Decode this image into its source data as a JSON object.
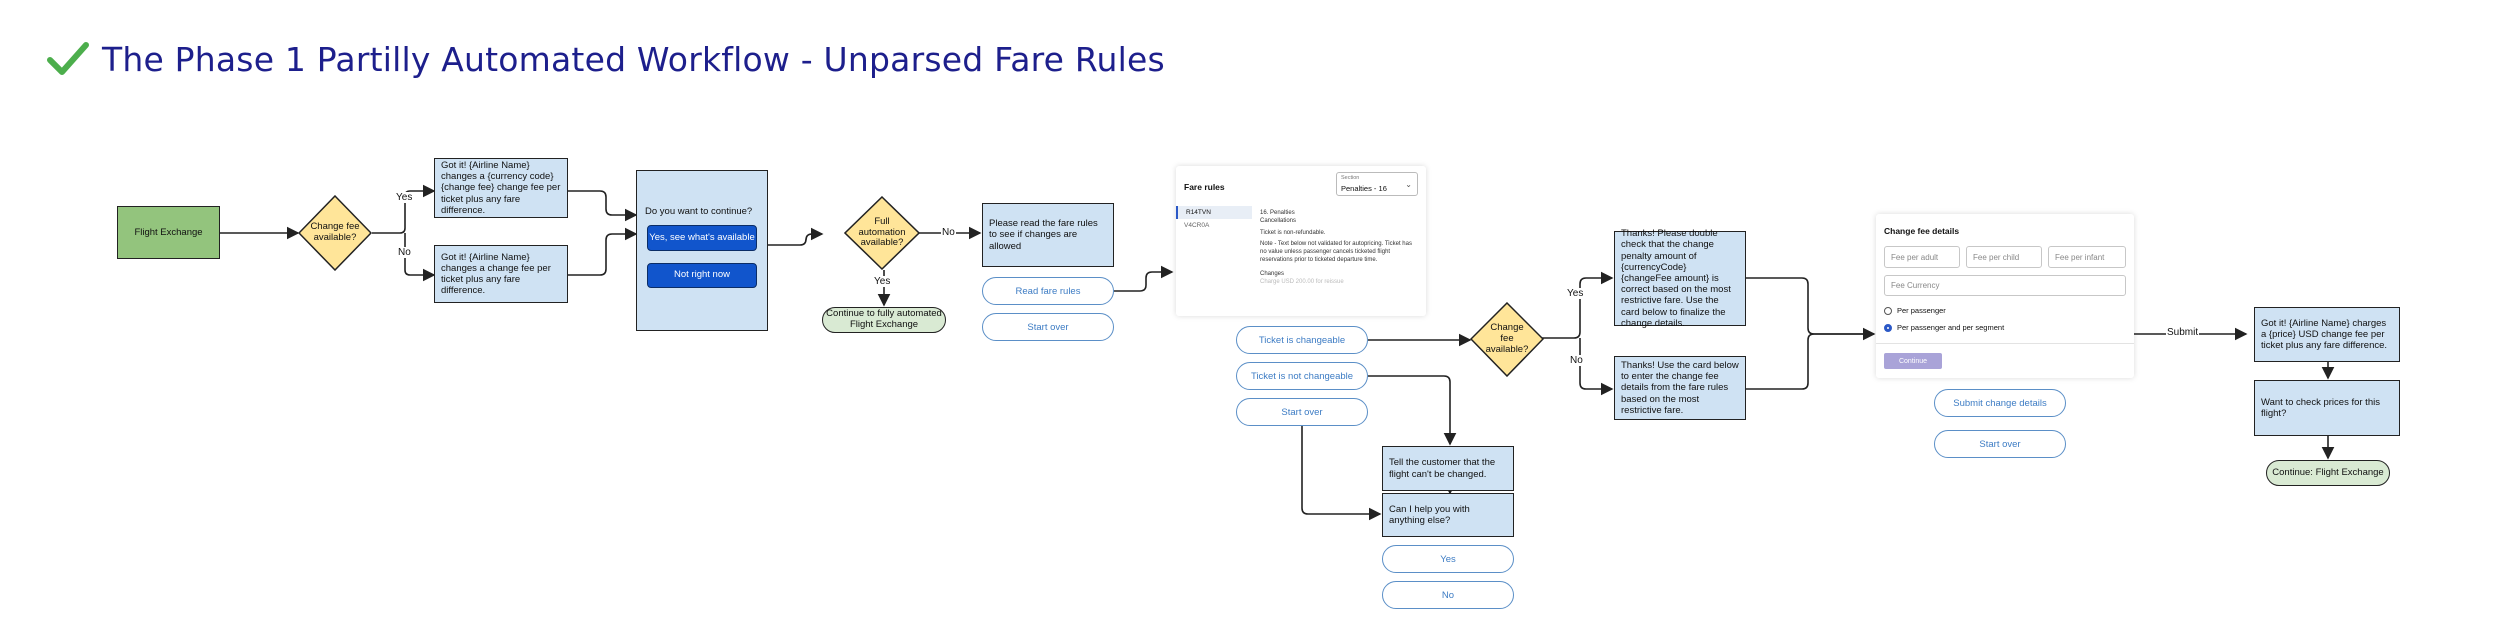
{
  "title": "The Phase 1 Partilly Automated Workflow - Unparsed Fare Rules",
  "colors": {
    "title": "#1d1f8c",
    "check": "#4cae4c",
    "box_blue": "#cfe2f3",
    "box_green": "#93c47d",
    "diamond": "#ffe599",
    "pill_border": "#5b8fc7",
    "button_dark": "#1155cc"
  },
  "nodes": {
    "flight_exchange": "Flight Exchange",
    "change_fee_1": "Change fee available?",
    "got_it_currency": "Got it! {Airline Name} changes a {currency code} {change fee} change fee per ticket plus any fare difference.",
    "got_it_change": "Got it! {Airline Name} changes a change fee per ticket plus any fare difference.",
    "continue_q": "Do you want to continue?",
    "yes_see": "Yes, see what's available",
    "not_now": "Not right now",
    "full_auto": "Full automation available?",
    "continue_full": "Continue to fully automated Flight Exchange",
    "read_rules_box": "Please read the fare rules to see if changes are allowed",
    "read_rules_btn": "Read fare rules",
    "start_over": "Start over",
    "ticket_changeable": "Ticket is changeable",
    "ticket_not_changeable": "Ticket is not changeable",
    "tell_customer": "Tell the customer that the flight can't be changed.",
    "help_else": "Can I help you with anything else?",
    "yes": "Yes",
    "no": "No",
    "change_fee_2": "Change fee available?",
    "double_check": "Thanks! Please double check that the change penalty amount of {currencyCode} {changeFee amount} is correct based on the most restrictive fare. Use the card below to finalize the change details.",
    "use_card": "Thanks! Use the card below to enter the change fee details from the fare rules based on the most restrictive fare.",
    "submit_change": "Submit change details",
    "got_it_price": "Got it! {Airline Name} charges a {price} USD change fee per ticket plus any fare difference.",
    "want_check": "Want to check prices for this flight?",
    "continue_exchange": "Continue: Flight Exchange"
  },
  "edge_labels": {
    "yes": "Yes",
    "no": "No",
    "submit": "Submit"
  },
  "fare_card": {
    "title": "Fare rules",
    "section_label": "Section",
    "section_value": "Penalties - 16",
    "codes": [
      "R14TVN",
      "V4CR0A"
    ],
    "heading1": "16. Penalties",
    "heading2": "Cancellations",
    "line1": "Ticket is non-refundable.",
    "note": "Note - Text below not validated for autopricing. Ticket has no value unless passenger cancels ticketed flight reservations prior to ticketed departure time.",
    "changes": "Changes",
    "faded": "Charge USD 200.00 for reissue"
  },
  "fee_card": {
    "title": "Change fee details",
    "placeholders": [
      "Fee per adult",
      "Fee per child",
      "Fee per infant"
    ],
    "currency_placeholder": "Fee Currency",
    "radio1": "Per passenger",
    "radio2": "Per passenger and per segment",
    "continue": "Continue"
  }
}
